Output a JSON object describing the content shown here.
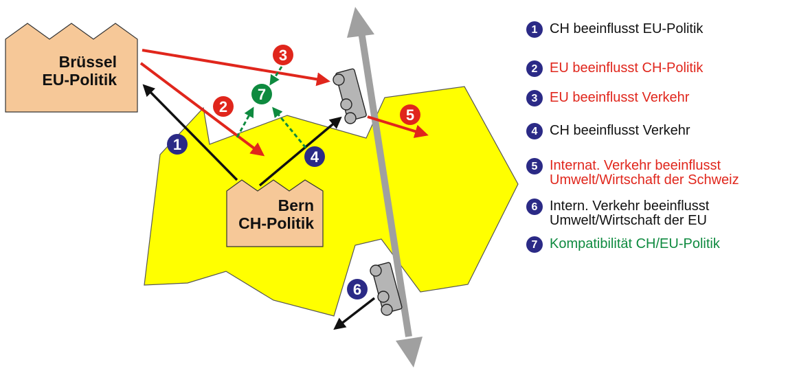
{
  "boxes": {
    "bruessel": {
      "line1": "Brüssel",
      "line2": "EU-Politik"
    },
    "bern": {
      "line1": "Bern",
      "line2": "CH-Politik"
    }
  },
  "markers": {
    "m1": "1",
    "m2": "2",
    "m3": "3",
    "m4": "4",
    "m5": "5",
    "m6": "6",
    "m7": "7"
  },
  "legend": [
    {
      "num": "1",
      "badge_color": "#2b2a86",
      "text_color": "#111111",
      "lines": [
        "CH beeinflusst EU-Politik"
      ]
    },
    {
      "num": "2",
      "badge_color": "#2b2a86",
      "text_color": "#e0261c",
      "lines": [
        "EU beeinflusst CH-Politik"
      ]
    },
    {
      "num": "3",
      "badge_color": "#2b2a86",
      "text_color": "#e0261c",
      "lines": [
        "EU beeinflusst Verkehr"
      ]
    },
    {
      "num": "4",
      "badge_color": "#2b2a86",
      "text_color": "#111111",
      "lines": [
        "CH beeinflusst Verkehr"
      ]
    },
    {
      "num": "5",
      "badge_color": "#2b2a86",
      "text_color": "#e0261c",
      "lines": [
        "Internat. Verkehr beeinflusst",
        "Umwelt/Wirtschaft der Schweiz"
      ]
    },
    {
      "num": "6",
      "badge_color": "#2b2a86",
      "text_color": "#111111",
      "lines": [
        "Intern. Verkehr beeinflusst",
        "Umwelt/Wirtschaft der EU"
      ]
    },
    {
      "num": "7",
      "badge_color": "#2b2a86",
      "text_color": "#0e8a3f",
      "lines": [
        "Kompatibilität CH/EU-Politik"
      ]
    }
  ],
  "colors": {
    "switzerland_fill": "#ffff00",
    "building_fill": "#f6c898",
    "red_arrow": "#e0261c",
    "black_arrow": "#111111",
    "green_arrow": "#0e8a3f",
    "corridor_arrow": "#a0a0a0",
    "marker_red": "#e0261c",
    "marker_navy": "#2b2a86",
    "marker_green": "#0e8a3f"
  }
}
